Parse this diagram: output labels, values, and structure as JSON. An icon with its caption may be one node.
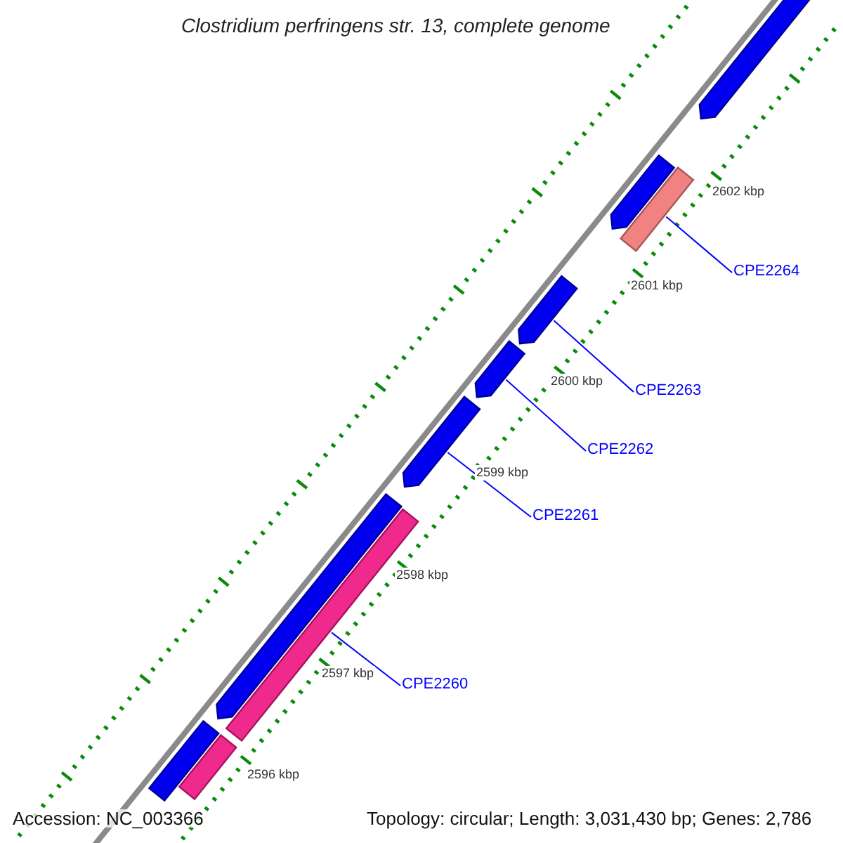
{
  "diagram": {
    "title": "Clostridium perfringens str. 13, complete genome",
    "nodes": [
      {
        "text": [],
        "shape": "bar"
      },
      {
        "text": [],
        "shape": "bar"
      },
      {
        "text": [],
        "shape": "bar"
      },
      {
        "text": [
          "CPE2264"
        ]
      },
      {
        "text": [],
        "shape": "bar"
      },
      {
        "text": [
          "CPE2263"
        ]
      },
      {
        "text": [],
        "shape": "bar"
      },
      {
        "text": [
          "CPE2262"
        ]
      },
      {
        "text": [],
        "shape": "bar"
      },
      {
        "text": [
          "CPE2261"
        ]
      },
      {
        "text": [],
        "shape": "bar"
      },
      {
        "text": [],
        "shape": "bar"
      },
      {
        "text": [
          "CPE2260"
        ]
      },
      {
        "text": [],
        "shape": "bar"
      },
      {
        "text": [],
        "shape": "bar"
      }
    ],
    "edges": [
      {
        "from": 3,
        "to": 2,
        "arrow": "none"
      },
      {
        "from": 5,
        "to": 4,
        "arrow": "none"
      },
      {
        "from": 7,
        "to": 6,
        "arrow": "none"
      },
      {
        "from": 9,
        "to": 8,
        "arrow": "none"
      },
      {
        "from": 12,
        "to": 11,
        "arrow": "none"
      }
    ],
    "labels": [
      "2602 kbp",
      "2601 kbp",
      "2600 kbp",
      "2599 kbp",
      "2598 kbp",
      "2597 kbp",
      "2596 kbp",
      "Accession: NC_003366",
      "Topology: circular; Length: 3,031,430 bp; Genes: 2,786"
    ]
  }
}
